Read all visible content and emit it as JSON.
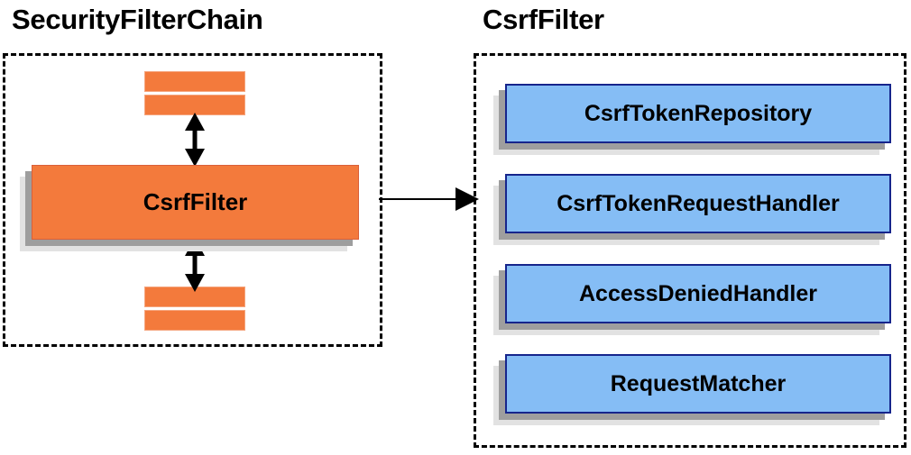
{
  "diagram": {
    "title_left": "SecurityFilterChain",
    "title_right": "CsrfFilter",
    "left_panel": {
      "center_node": "CsrfFilter",
      "top_bars": [
        "",
        ""
      ],
      "bottom_bars": [
        "",
        ""
      ],
      "arrow_up_label": "",
      "arrow_down_label": ""
    },
    "right_panel": {
      "nodes": [
        {
          "label": "CsrfTokenRepository"
        },
        {
          "label": "CsrfTokenRequestHandler"
        },
        {
          "label": "AccessDeniedHandler"
        },
        {
          "label": "RequestMatcher"
        }
      ]
    },
    "connector": {
      "from": "SecurityFilterChain",
      "to": "CsrfFilter",
      "label": ""
    },
    "colors": {
      "orange_fill": "#f37a3c",
      "orange_border": "#d9603a",
      "orange_bar_border": "#f5a57e",
      "blue_fill": "#85bdf5",
      "blue_border": "#16258c",
      "shadow_near": "#9e9e9e",
      "shadow_far": "#e2e2e2",
      "line": "#000000",
      "background": "#ffffff"
    }
  }
}
